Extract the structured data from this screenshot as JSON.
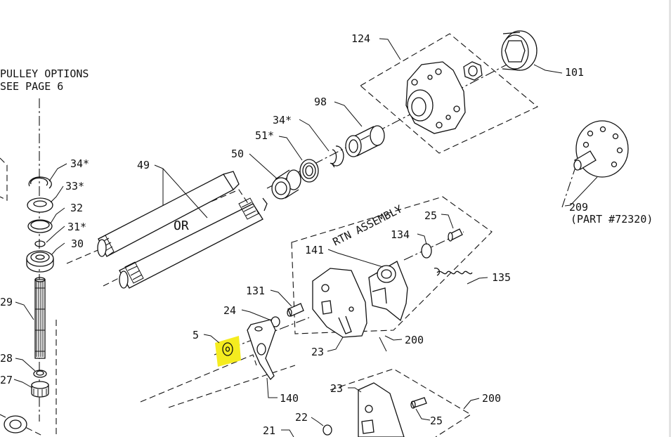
{
  "diagram": {
    "notes": {
      "pulley_line1": "PULLEY OPTIONS",
      "pulley_line2": "SEE PAGE 6",
      "rtn_assembly": "RTN ASSEMBLY",
      "or": "OR",
      "part_ref": "(PART #72320)"
    },
    "callouts": {
      "c124": "124",
      "c101": "101",
      "c98": "98",
      "c34a": "34*",
      "c51": "51*",
      "c50": "50",
      "c49": "49",
      "c34b": "34*",
      "c33": "33*",
      "c32": "32",
      "c31": "31*",
      "c30": "30",
      "c29": "29",
      "c28": "28",
      "c27": "27",
      "c209": "209",
      "c25a": "25",
      "c134": "134",
      "c141": "141",
      "c135": "135",
      "c131": "131",
      "c24": "24",
      "c5": "5",
      "c23a": "23",
      "c200a": "200",
      "c140": "140",
      "c23b": "23",
      "c200b": "200",
      "c22": "22",
      "c25b": "25",
      "c21": "21"
    },
    "highlight": {
      "part": "5",
      "color": "#f5ec1f"
    }
  }
}
